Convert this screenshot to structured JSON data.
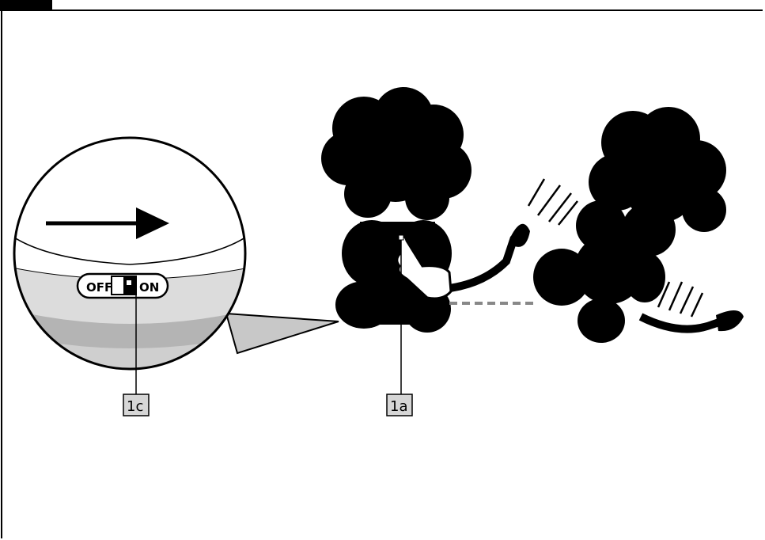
{
  "switch": {
    "off_label": "OFF",
    "on_label": "ON"
  },
  "callouts": {
    "c": "1c",
    "a": "1a"
  },
  "colors": {
    "ink": "#000000",
    "band_light": "#dcdcdc",
    "band_dark": "#b4b4b4",
    "label_bg": "#d6d6d6"
  },
  "icons": [
    "arrow-right-icon",
    "pointing-hand-icon",
    "toy-silhouette-icon",
    "motion-lines-icon"
  ]
}
